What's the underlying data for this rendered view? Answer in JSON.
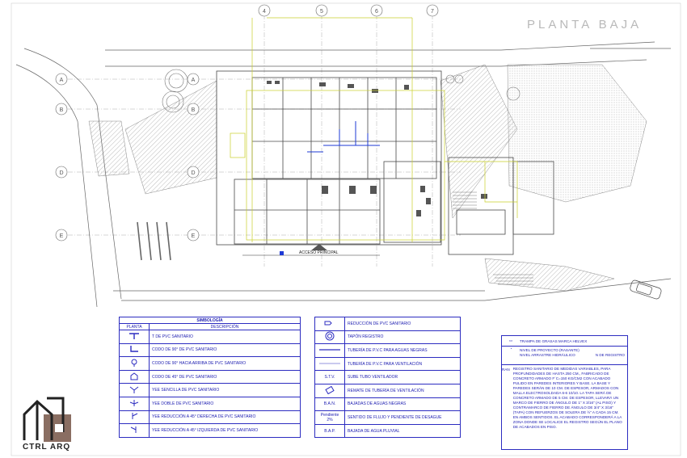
{
  "title": "PLANTA BAJA",
  "grid_columns": [
    "4",
    "5",
    "6",
    "7"
  ],
  "grid_rows": [
    "A",
    "B",
    "D",
    "E"
  ],
  "plan_labels": {
    "main_access": "ACCESO PRINCIPAL"
  },
  "legend": {
    "title": "SIMBOLOGÍA",
    "col_plan": "PLANTA",
    "col_desc": "DESCRIPCIÓN",
    "left_items": [
      {
        "icon": "tee-icon",
        "label": "T DE PVC SANITARIO"
      },
      {
        "icon": "elbow-90-icon",
        "label": "CODO DE 90° DE PVC SANITARIO"
      },
      {
        "icon": "elbow-90-up-icon",
        "label": "CODO DE 90° HACIA ARRIBA DE PVC SANITARIO"
      },
      {
        "icon": "elbow-45-icon",
        "label": "CODO DE 45° DE PVC SANITARIO"
      },
      {
        "icon": "wye-single-icon",
        "label": "YEE SENCILLA DE PVC SANITARIO"
      },
      {
        "icon": "wye-double-icon",
        "label": "YEE DOBLE DE PVC SANITARIO"
      },
      {
        "icon": "wye-right-icon",
        "label": "YEE REDUCCIÓN A 45° DERECHA DE PVC SANITARIO"
      },
      {
        "icon": "wye-left-icon",
        "label": "YEE REDUCCIÓN A 45° IZQUIERDA DE PVC SANITARIO"
      }
    ],
    "right_items": [
      {
        "icon": "reducer-icon",
        "symbol": "",
        "label": "REDUCCIÓN DE PVC SANITARIO"
      },
      {
        "icon": "register-cap-icon",
        "symbol": "",
        "label": "TAPÓN REGISTRO"
      },
      {
        "icon": "black-water-pipe-icon",
        "symbol": "",
        "label": "TUBERÍA DE P.V.C PARA AGUAS NEGRAS"
      },
      {
        "icon": "vent-pipe-icon",
        "symbol": "",
        "label": "TUBERÍA DE P.V.C PARA VENTILACIÓN"
      },
      {
        "icon": "vent-riser-icon",
        "symbol": "S.T.V.",
        "label": "SUBE TUBO VENTILADOR"
      },
      {
        "icon": "vent-cap-icon",
        "symbol": "",
        "label": "REMATE DE TUBERÍA DE VENTILACIÓN"
      },
      {
        "icon": "black-water-down-icon",
        "symbol": "B.A.N.",
        "label": "BAJADAS DE AGUAS NEGRAS"
      },
      {
        "icon": "flow-direction-icon",
        "symbol": "Pendiente 2%",
        "label": "SENTIDO DE FLUJO Y PENDIENTE DE DESAGUE"
      },
      {
        "icon": "rain-down-icon",
        "symbol": "B.A.P.",
        "label": "BAJADA DE AGUA PLUVIAL"
      }
    ]
  },
  "notes": {
    "grease_trap": "TRAMPA DE GRASAS MARCA HELVEX",
    "project_level": "NIVEL DE PROYECTO (RASANTE)",
    "hydraulic_level": "NIVEL ARRASTRE HIDRÁULICO",
    "register_no": "N DE REGISTRO",
    "ran_symbol": "RAN",
    "specification": "REGISTRO SANITARIO DE MEDIDAS VARIABLES, PARA PROFUNDIDADES DE HASTA 250 CM., FABRICADO DE CONCRETO ARMADO F´C=150 KG/CM2 CON ACABADO PULIDO EN PAREDES INTERIORES Y BASE. LA BASE Y PAREDES SERÁN DE 10 CM. DE ESPESOR, ARMADOS CON MALLA ELECTROSOLDADA 6-6 10/10. LA TAPA SERÁ DE CONCRETO ARMADO DE 5 CM. DE ESPESOR, LLEVARÁ UN MARCO DE FIERRO DE ÁNGULO DE 1\" X 3/16\" (AL PISO) Y CONTRAMARCO DE FIERRO DE ÁNGULO DE 3/4\" X 3/16\" (TAPA) CON REFUERZOS DE SOLERA DE ½\" A CADA 15 CM. EN AMBOS SENTIDOS. EL ACABADO CORRESPONDERÁ A LA ZONA DONDE SE LOCALICE EL REGISTRO SEGÚN EL PLANO DE ACABADOS EN PISO."
  },
  "brand": "CTRL ARQ",
  "colors": {
    "plan_line": "#555555",
    "plumbing": "#c9cf2a",
    "legend_blue": "#2c2cc0",
    "pipe_blue": "#1e3ad6",
    "hatch": "#9a9a9a",
    "logo_brown": "#8a6e62"
  }
}
